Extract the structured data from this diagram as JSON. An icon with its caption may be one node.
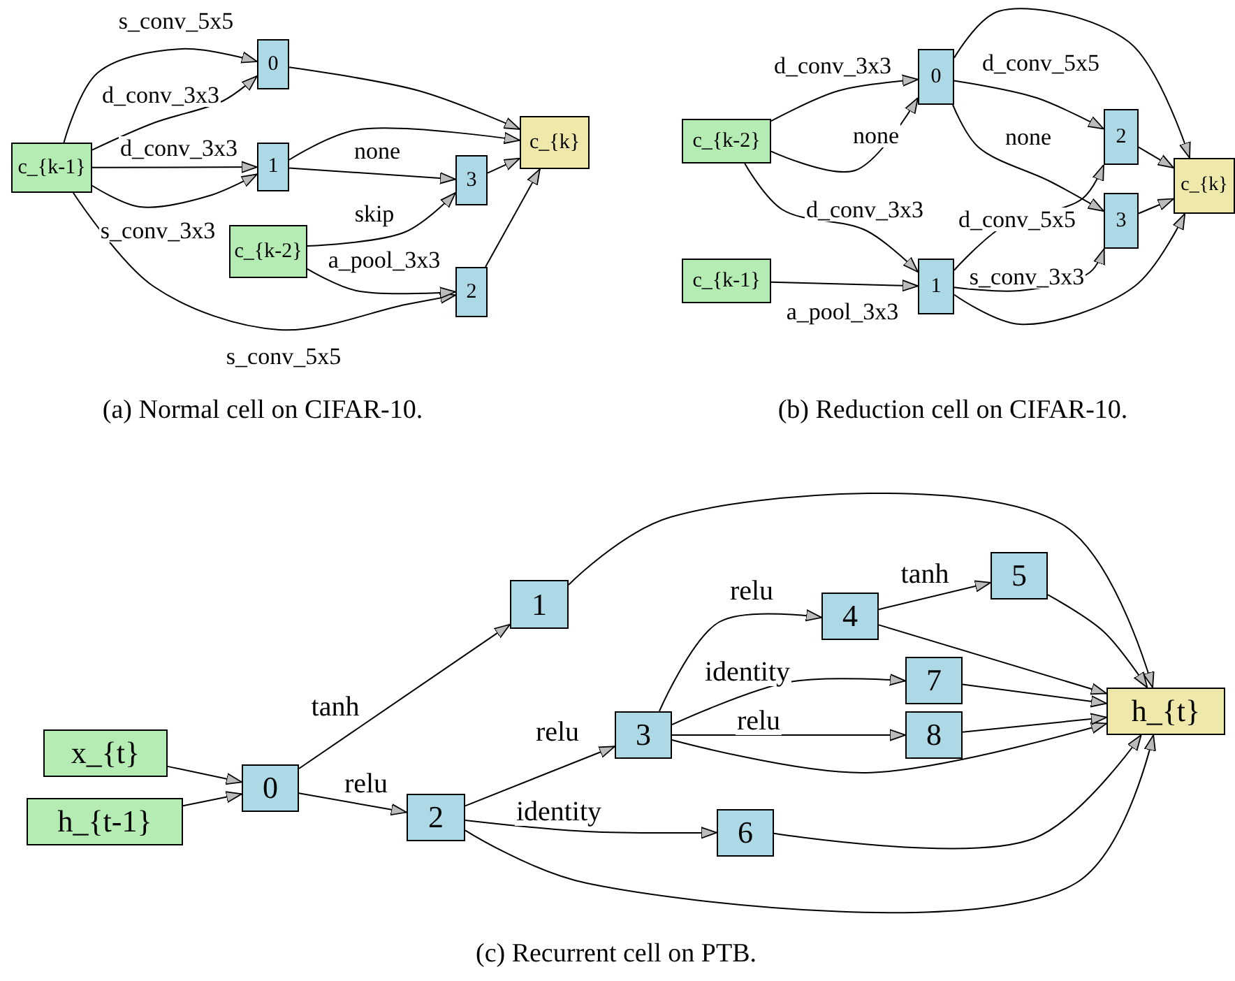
{
  "diagram": {
    "nodes": [
      {
        "text": [
          "c_{k-1}"
        ]
      },
      {
        "text": [
          "0"
        ]
      },
      {
        "text": [
          "1"
        ]
      },
      {
        "text": [
          "c_{k-2}"
        ]
      },
      {
        "text": [
          "3"
        ]
      },
      {
        "text": [
          "2"
        ]
      },
      {
        "text": [
          "c_{k}"
        ]
      },
      {
        "text": [
          "c_{k-2}"
        ]
      },
      {
        "text": [
          "0"
        ]
      },
      {
        "text": [
          "c_{k-1}"
        ]
      },
      {
        "text": [
          "1"
        ]
      },
      {
        "text": [
          "2"
        ]
      },
      {
        "text": [
          "3"
        ]
      },
      {
        "text": [
          "c_{k}"
        ]
      },
      {
        "text": [
          "x_{t}"
        ]
      },
      {
        "text": [
          "h_{t-1}"
        ]
      },
      {
        "text": [
          "0"
        ]
      },
      {
        "text": [
          "1"
        ]
      },
      {
        "text": [
          "2"
        ]
      },
      {
        "text": [
          "3"
        ]
      },
      {
        "text": [
          "4"
        ]
      },
      {
        "text": [
          "5"
        ]
      },
      {
        "text": [
          "6"
        ]
      },
      {
        "text": [
          "7"
        ]
      },
      {
        "text": [
          "8"
        ]
      },
      {
        "text": [
          "h_{t}"
        ]
      }
    ],
    "edges": [
      {
        "from": 0,
        "to": 1,
        "arrow": "to",
        "label": "s_conv_5x5"
      },
      {
        "from": 0,
        "to": 1,
        "arrow": "to",
        "label": "d_conv_3x3"
      },
      {
        "from": 0,
        "to": 2,
        "arrow": "to",
        "label": "d_conv_3x3"
      },
      {
        "from": 0,
        "to": 2,
        "arrow": "to",
        "label": "s_conv_3x3"
      },
      {
        "from": 0,
        "to": 5,
        "arrow": "to",
        "label": "s_conv_5x5"
      },
      {
        "from": 2,
        "to": 4,
        "arrow": "to",
        "label": "none"
      },
      {
        "from": 3,
        "to": 4,
        "arrow": "to",
        "label": "skip"
      },
      {
        "from": 3,
        "to": 5,
        "arrow": "to",
        "label": "a_pool_3x3"
      },
      {
        "from": 1,
        "to": 6,
        "arrow": "to"
      },
      {
        "from": 2,
        "to": 6,
        "arrow": "to"
      },
      {
        "from": 4,
        "to": 6,
        "arrow": "to"
      },
      {
        "from": 5,
        "to": 6,
        "arrow": "to"
      },
      {
        "from": 7,
        "to": 8,
        "arrow": "to",
        "label": "d_conv_3x3"
      },
      {
        "from": 7,
        "to": 8,
        "arrow": "to",
        "label": "none"
      },
      {
        "from": 7,
        "to": 10,
        "arrow": "to",
        "label": "d_conv_3x3"
      },
      {
        "from": 9,
        "to": 10,
        "arrow": "to",
        "label": "a_pool_3x3"
      },
      {
        "from": 8,
        "to": 11,
        "arrow": "to",
        "label": "d_conv_5x5"
      },
      {
        "from": 8,
        "to": 12,
        "arrow": "to",
        "label": "none"
      },
      {
        "from": 10,
        "to": 11,
        "arrow": "to",
        "label": "d_conv_5x5"
      },
      {
        "from": 10,
        "to": 12,
        "arrow": "to",
        "label": "s_conv_3x3"
      },
      {
        "from": 8,
        "to": 13,
        "arrow": "to"
      },
      {
        "from": 11,
        "to": 13,
        "arrow": "to"
      },
      {
        "from": 12,
        "to": 13,
        "arrow": "to"
      },
      {
        "from": 10,
        "to": 13,
        "arrow": "to"
      },
      {
        "from": 14,
        "to": 16,
        "arrow": "to"
      },
      {
        "from": 15,
        "to": 16,
        "arrow": "to"
      },
      {
        "from": 16,
        "to": 17,
        "arrow": "to",
        "label": "tanh"
      },
      {
        "from": 16,
        "to": 18,
        "arrow": "to",
        "label": "relu"
      },
      {
        "from": 18,
        "to": 19,
        "arrow": "to",
        "label": "relu"
      },
      {
        "from": 18,
        "to": 22,
        "arrow": "to",
        "label": "identity"
      },
      {
        "from": 18,
        "to": 25,
        "arrow": "to"
      },
      {
        "from": 17,
        "to": 25,
        "arrow": "to"
      },
      {
        "from": 19,
        "to": 20,
        "arrow": "to",
        "label": "relu"
      },
      {
        "from": 19,
        "to": 23,
        "arrow": "to",
        "label": "identity"
      },
      {
        "from": 19,
        "to": 24,
        "arrow": "to",
        "label": "relu"
      },
      {
        "from": 19,
        "to": 25,
        "arrow": "to"
      },
      {
        "from": 20,
        "to": 21,
        "arrow": "to",
        "label": "tanh"
      },
      {
        "from": 20,
        "to": 25,
        "arrow": "to"
      },
      {
        "from": 21,
        "to": 25,
        "arrow": "to"
      },
      {
        "from": 23,
        "to": 25,
        "arrow": "to"
      },
      {
        "from": 24,
        "to": 25,
        "arrow": "to"
      },
      {
        "from": 22,
        "to": 25,
        "arrow": "to"
      }
    ],
    "labels": [
      "(a) Normal cell on CIFAR-10.",
      "(b) Reduction cell on CIFAR-10.",
      "(c) Recurrent cell on PTB."
    ]
  }
}
